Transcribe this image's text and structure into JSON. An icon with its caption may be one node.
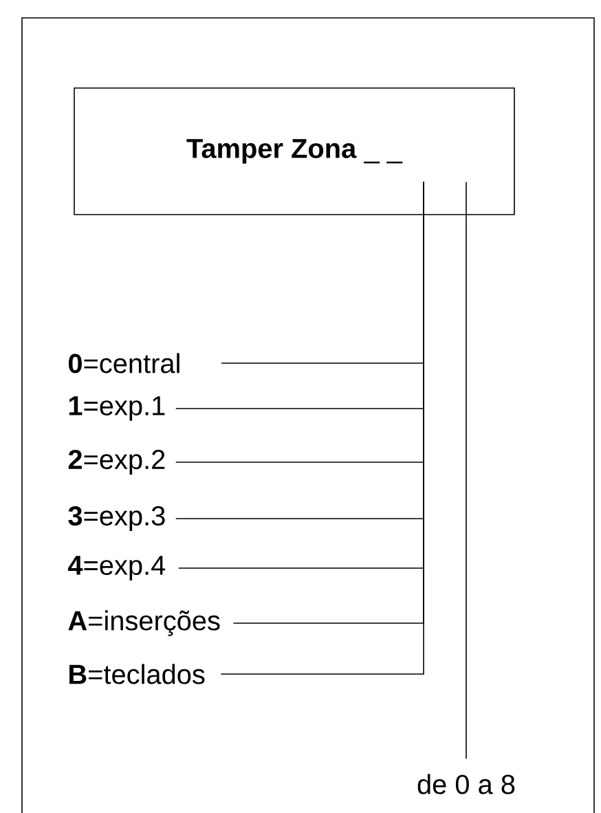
{
  "diagram": {
    "nodes": [
      {
        "text": [
          "**Tamper Zona** _ _"
        ]
      },
      {
        "text": [
          "**0**=central"
        ]
      },
      {
        "text": [
          "**1**=exp.1"
        ]
      },
      {
        "text": [
          "**2**=exp.2"
        ]
      },
      {
        "text": [
          "**3**=exp.3"
        ]
      },
      {
        "text": [
          "**4**=exp.4"
        ]
      },
      {
        "text": [
          "**A**=inserções"
        ]
      },
      {
        "text": [
          "**B**=teclados"
        ]
      },
      {
        "text": [
          "de 0 a 8"
        ]
      }
    ],
    "edges": [
      {
        "from": 1,
        "to": 0,
        "arrow": "none"
      },
      {
        "from": 2,
        "to": 0,
        "arrow": "none"
      },
      {
        "from": 3,
        "to": 0,
        "arrow": "none"
      },
      {
        "from": 4,
        "to": 0,
        "arrow": "none"
      },
      {
        "from": 5,
        "to": 0,
        "arrow": "none"
      },
      {
        "from": 6,
        "to": 0,
        "arrow": "none"
      },
      {
        "from": 7,
        "to": 0,
        "arrow": "none"
      },
      {
        "from": 8,
        "to": 0,
        "arrow": "none"
      }
    ]
  }
}
